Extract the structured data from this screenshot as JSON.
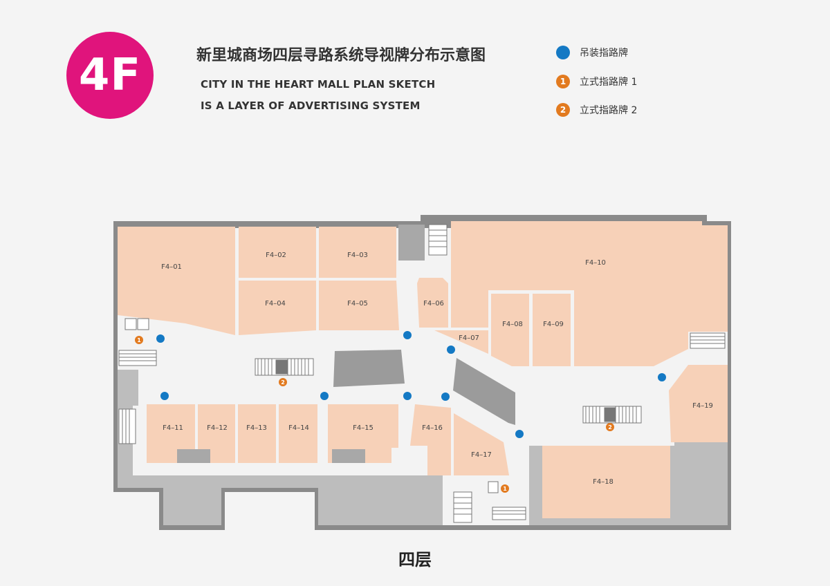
{
  "floor_badge": "4F",
  "title_cn": "新里城商场四层寻路系统导视牌分布示意图",
  "title_en_line1": "CITY IN THE HEART MALL PLAN SKETCH",
  "title_en_line2": "IS A LAYER OF ADVERTISING SYSTEM",
  "legend": [
    {
      "label": "吊装指路牌",
      "marker": "",
      "color": "#1479c4"
    },
    {
      "label": "立式指路牌 1",
      "marker": "1",
      "color": "#e27a1f"
    },
    {
      "label": "立式指路牌 2",
      "marker": "2",
      "color": "#e27a1f"
    }
  ],
  "floor_caption": "四层",
  "colors": {
    "store": "#f7d1b8",
    "wall": "#8a8a8a",
    "service": "#bdbdbd",
    "corridor": "#f3f3f3",
    "badge": "#e0147c",
    "hanging_sign": "#1479c4",
    "standing_sign": "#e27a1f"
  },
  "stores": [
    {
      "id": "F4-01"
    },
    {
      "id": "F4-02"
    },
    {
      "id": "F4-03"
    },
    {
      "id": "F4-04"
    },
    {
      "id": "F4-05"
    },
    {
      "id": "F4-06"
    },
    {
      "id": "F4-07"
    },
    {
      "id": "F4-08"
    },
    {
      "id": "F4-09"
    },
    {
      "id": "F4-10"
    },
    {
      "id": "F4-11"
    },
    {
      "id": "F4-12"
    },
    {
      "id": "F4-13"
    },
    {
      "id": "F4-14"
    },
    {
      "id": "F4-15"
    },
    {
      "id": "F4-16"
    },
    {
      "id": "F4-17"
    },
    {
      "id": "F4-18"
    },
    {
      "id": "F4-19"
    }
  ],
  "standing_sign_markers": {
    "type1": "1",
    "type2": "2"
  }
}
